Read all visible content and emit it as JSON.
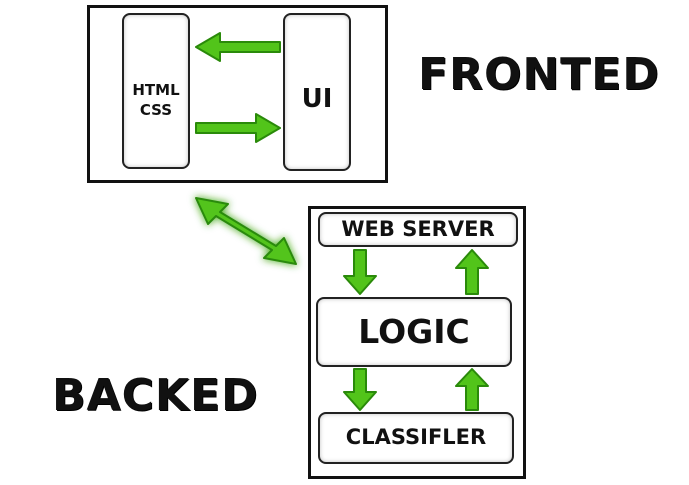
{
  "frontend": {
    "title": "FRONTED",
    "left_panel": {
      "line1": "HTML",
      "line2": "CSS"
    },
    "right_panel": {
      "label": "UI"
    }
  },
  "backend": {
    "title": "BACKED",
    "web_server": "WEB SERVER",
    "logic": "LOGIC",
    "classifier": "CLASSIFLER"
  },
  "colors": {
    "arrow_fill": "#52c41a",
    "arrow_dark": "#2a8a0a",
    "glow": "#4caf50",
    "stroke": "#111111"
  }
}
